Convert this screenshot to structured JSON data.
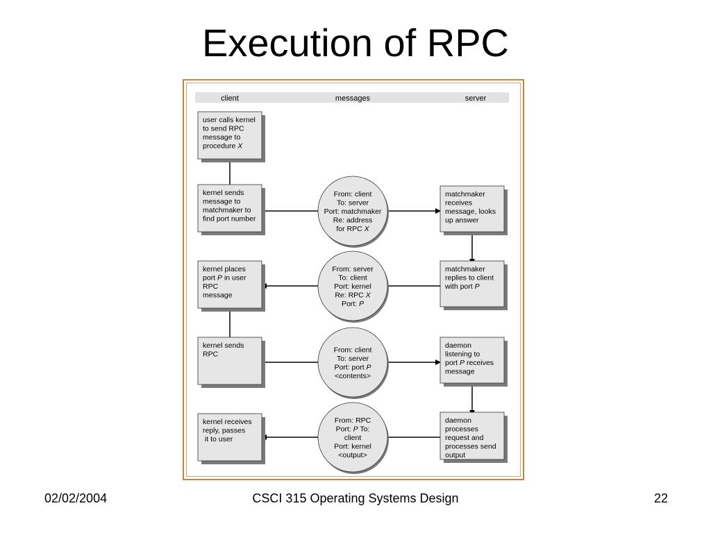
{
  "slide": {
    "title": "Execution of RPC",
    "footer_date": "02/02/2004",
    "footer_course": "CSCI 315 Operating Systems Design",
    "footer_page": "22"
  },
  "diagram": {
    "headers": {
      "client": "client",
      "messages": "messages",
      "server": "server"
    },
    "client_boxes": [
      {
        "lines": [
          [
            "user calls kernel"
          ],
          [
            "to send RPC"
          ],
          [
            "message to"
          ],
          [
            "procedure ",
            {
              "i": "X"
            }
          ]
        ]
      },
      {
        "lines": [
          [
            "kernel sends"
          ],
          [
            "message to"
          ],
          [
            "matchmaker to"
          ],
          [
            "find port number"
          ]
        ]
      },
      {
        "lines": [
          [
            "kernel places"
          ],
          [
            "port ",
            {
              "i": "P"
            },
            " in user"
          ],
          [
            "RPC"
          ],
          [
            "message"
          ]
        ]
      },
      {
        "lines": [
          [
            "kernel sends"
          ],
          [
            "RPC"
          ]
        ]
      },
      {
        "lines": [
          [
            "kernel receives"
          ],
          [
            "reply, passes"
          ],
          [
            " it to user"
          ]
        ]
      }
    ],
    "messages": [
      {
        "lines": [
          [
            "From: client"
          ],
          [
            "To: server"
          ],
          [
            "Port: matchmaker"
          ],
          [
            "Re: address"
          ],
          [
            "for RPC ",
            {
              "i": "X"
            }
          ]
        ]
      },
      {
        "lines": [
          [
            "From: server"
          ],
          [
            "To: client"
          ],
          [
            "Port: kernel"
          ],
          [
            "Re: RPC ",
            {
              "i": "X"
            }
          ],
          [
            "Port: ",
            {
              "i": "P"
            }
          ]
        ]
      },
      {
        "lines": [
          [
            "From: client"
          ],
          [
            "To: server"
          ],
          [
            "Port: port ",
            {
              "i": "P"
            }
          ],
          [
            "<contents>"
          ]
        ]
      },
      {
        "lines": [
          [
            "From: RPC"
          ],
          [
            "Port: ",
            {
              "i": "P"
            },
            " To:"
          ],
          [
            "client"
          ],
          [
            "Port: kernel"
          ],
          [
            "<output>"
          ]
        ]
      }
    ],
    "server_boxes": [
      {
        "lines": [
          [
            "matchmaker"
          ],
          [
            "receives"
          ],
          [
            "message, looks"
          ],
          [
            "up answer"
          ]
        ]
      },
      {
        "lines": [
          [
            "matchmaker"
          ],
          [
            "replies to client"
          ],
          [
            "with port ",
            {
              "i": "P"
            }
          ]
        ]
      },
      {
        "lines": [
          [
            "daemon"
          ],
          [
            "listening to"
          ],
          [
            "port ",
            {
              "i": "P"
            },
            " receives"
          ],
          [
            "message"
          ]
        ]
      },
      {
        "lines": [
          [
            "daemon"
          ],
          [
            "processes"
          ],
          [
            "request and"
          ],
          [
            "processes send"
          ],
          [
            "output"
          ]
        ]
      }
    ],
    "colors": {
      "box_fill": "#e6e6e6",
      "box_shadow": "#7a7a7a",
      "header_fill": "#e2e2e2",
      "frame": "#c8843a",
      "line": "#000000"
    }
  }
}
